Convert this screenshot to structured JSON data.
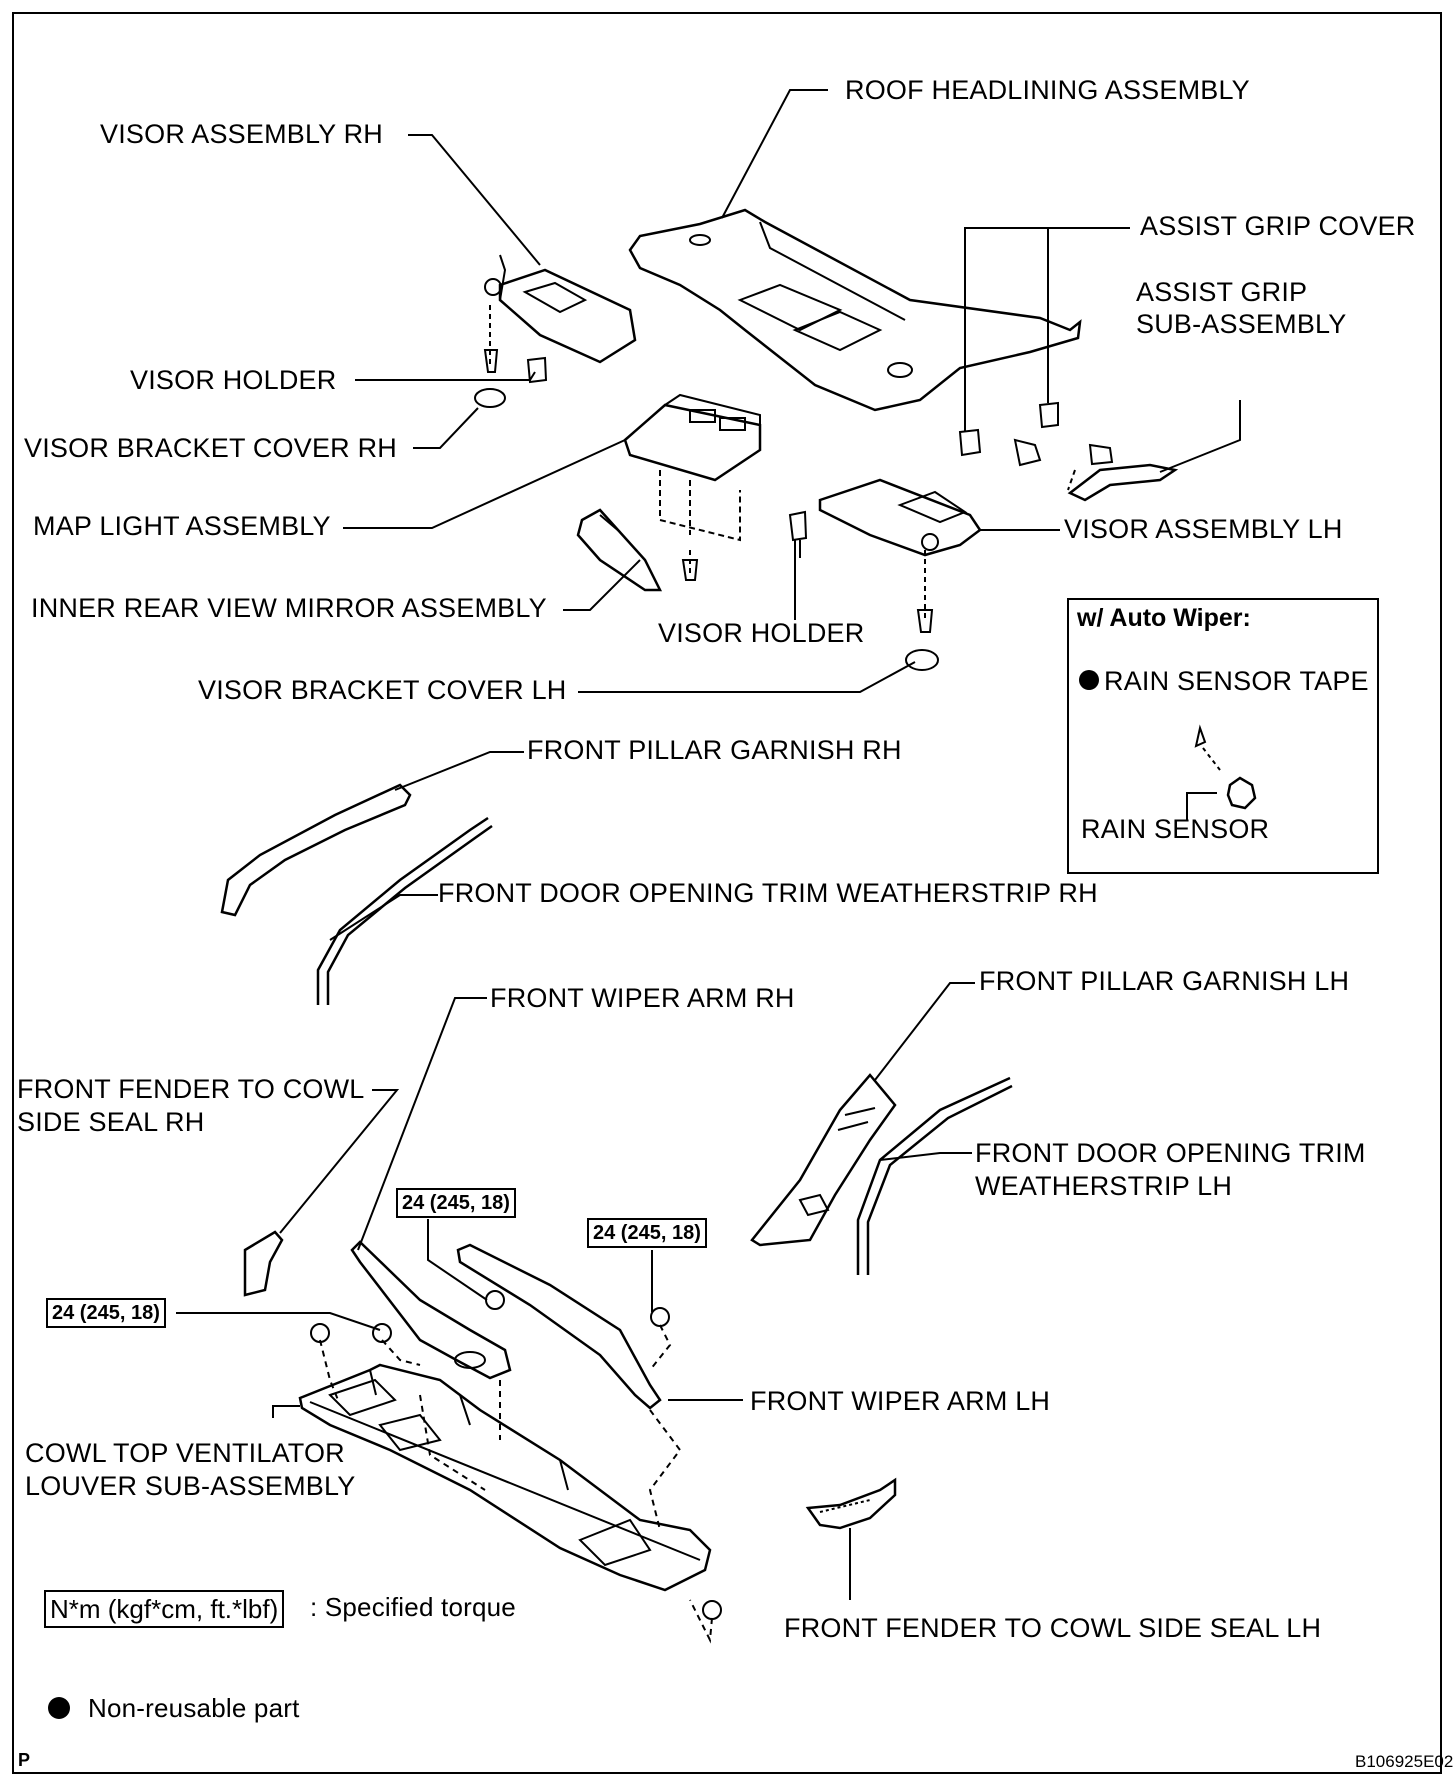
{
  "labels": {
    "roof_headlining": "ROOF HEADLINING ASSEMBLY",
    "visor_rh": "VISOR ASSEMBLY RH",
    "assist_grip_cover": "ASSIST GRIP COVER",
    "assist_grip_sub_1": "ASSIST GRIP",
    "assist_grip_sub_2": "SUB-ASSEMBLY",
    "visor_holder_1": "VISOR HOLDER",
    "visor_bracket_cover_rh": "VISOR BRACKET COVER RH",
    "map_light": "MAP LIGHT ASSEMBLY",
    "visor_lh": "VISOR ASSEMBLY LH",
    "inner_mirror": "INNER REAR VIEW MIRROR ASSEMBLY",
    "visor_holder_2": "VISOR HOLDER",
    "visor_bracket_cover_lh": "VISOR BRACKET COVER LH",
    "front_pillar_rh": "FRONT PILLAR GARNISH RH",
    "door_trim_rh": "FRONT DOOR OPENING TRIM WEATHERSTRIP RH",
    "front_pillar_lh": "FRONT PILLAR GARNISH LH",
    "wiper_arm_rh": "FRONT WIPER ARM RH",
    "fender_seal_rh_1": "FRONT FENDER TO COWL",
    "fender_seal_rh_2": "SIDE SEAL RH",
    "door_trim_lh_1": "FRONT DOOR OPENING TRIM",
    "door_trim_lh_2": "WEATHERSTRIP LH",
    "wiper_arm_lh": "FRONT WIPER ARM LH",
    "cowl_louver_1": "COWL TOP VENTILATOR",
    "cowl_louver_2": "LOUVER SUB-ASSEMBLY",
    "fender_seal_lh": "FRONT FENDER TO COWL SIDE SEAL LH"
  },
  "inset": {
    "title": "w/ Auto Wiper:",
    "rain_sensor_tape": "RAIN SENSOR TAPE",
    "rain_sensor": "RAIN SENSOR"
  },
  "torque": {
    "t1": "24 (245, 18)",
    "t2": "24 (245, 18)",
    "t3": "24 (245, 18)"
  },
  "legend": {
    "torque_unit": "N*m (kgf*cm, ft.*lbf)",
    "torque_text": ": Specified torque",
    "non_reusable": "Non-reusable part"
  },
  "footer": {
    "page_letter": "P",
    "figure_code": "B106925E02"
  }
}
